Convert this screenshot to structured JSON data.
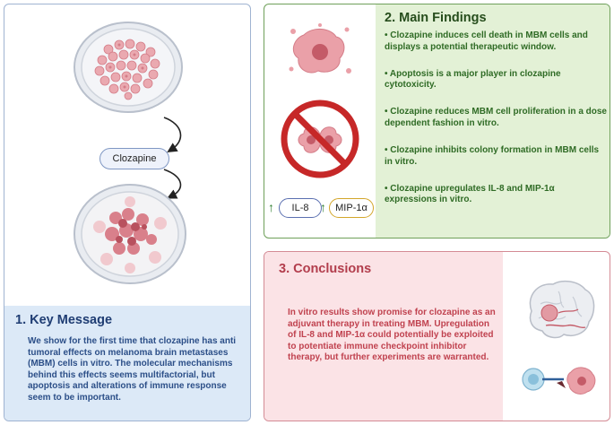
{
  "key_message": {
    "title": "1.  Key Message",
    "body": "We show for the first time that clozapine has anti tumoral effects on melanoma brain metastases (MBM) cells in vitro. The molecular mechanisms behind this effects seems multifactorial, but apoptosis and alterations of immune response seem to be important.",
    "drug_label": "Clozapine"
  },
  "main_findings": {
    "title": "2. Main Findings",
    "items": [
      "• Clozapine induces cell death in MBM cells and displays a potential therapeutic window.",
      "• Apoptosis is a major player in clozapine cytotoxicity.",
      "• Clozapine reduces MBM cell proliferation in a dose dependent fashion in vitro.",
      "• Clozapine inhibits colony formation in MBM cells in vitro.",
      "• Clozapine upregulates IL-8 and MIP-1α expressions in vitro."
    ],
    "cytokines": [
      "IL-8",
      "MIP-1α"
    ],
    "arrow_glyph": "↑"
  },
  "conclusions": {
    "title": "3. Conclusions",
    "body": "In vitro results show promise for clozapine as an adjuvant therapy in treating MBM. Upregulation of IL-8 and MIP-1α could potentially be exploited to potentiate immune checkpoint inhibitor therapy, but further experiments are warranted."
  },
  "colors": {
    "blue_border": "#9fb3d1",
    "blue_fill": "#dce9f7",
    "blue_text": "#2c4f88",
    "green_border": "#6fa05a",
    "green_fill": "#e3f1d6",
    "green_text": "#2f6b25",
    "pink_border": "#d48b95",
    "pink_fill": "#fbe3e6",
    "pink_text": "#c0424f",
    "cell_pink": "#e89aa3"
  },
  "icons": [
    "petri-dish-icon",
    "curved-arrow-icon",
    "damaged-cells-dish-icon",
    "dying-cell-icon",
    "no-proliferation-icon",
    "brain-metastasis-icon",
    "immune-cell-attack-icon"
  ]
}
